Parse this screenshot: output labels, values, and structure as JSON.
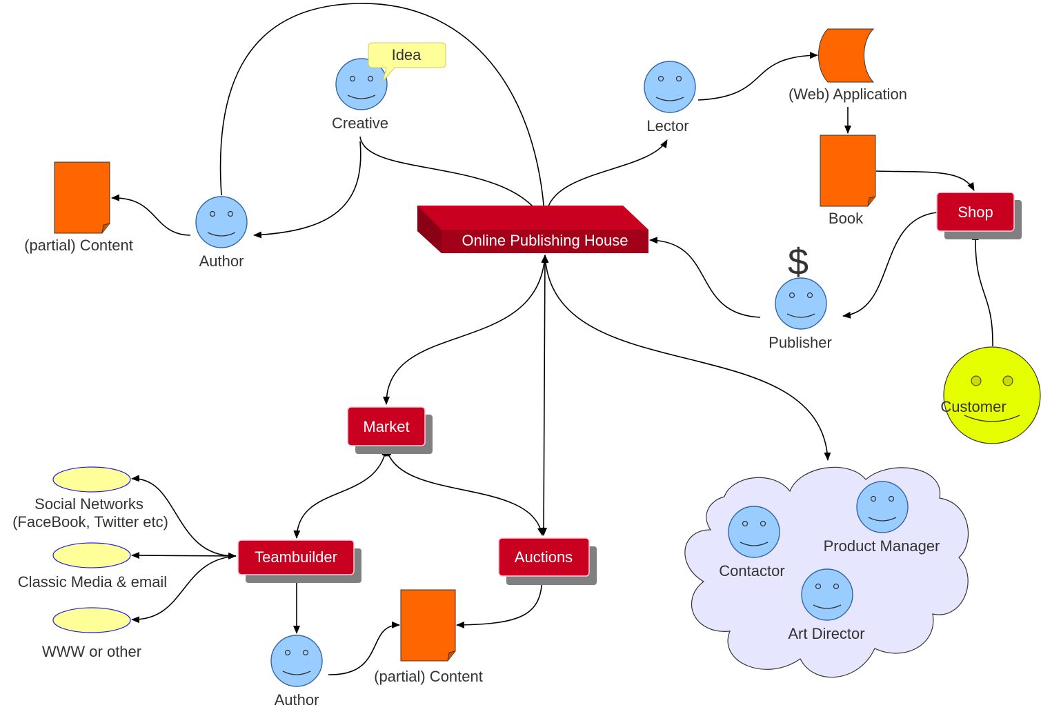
{
  "labels": {
    "creative": "Creative",
    "idea": "Idea",
    "author_top": "Author",
    "content_top": "(partial) Content",
    "lector": "Lector",
    "web_app": "(Web) Application",
    "book": "Book",
    "shop": "Shop",
    "currency": "$",
    "publisher": "Publisher",
    "customer": "Customer",
    "publishing_house": "Online Publishing House",
    "market": "Market",
    "teambuilder": "Teambuilder",
    "auctions": "Auctions",
    "social_networks_1": "Social Networks",
    "social_networks_2": "(FaceBook, Twitter etc)",
    "classic_media": "Classic Media & email",
    "www": "WWW or other",
    "author_bottom": "Author",
    "content_bottom": "(partial) Content",
    "contactor": "Contactor",
    "product_manager": "Product Manager",
    "art_director": "Art Director"
  },
  "colors": {
    "person": "#99ccff",
    "document": "#ff6600",
    "node_box": "#c9001f",
    "publishing_house": "#a30019",
    "callout": "#ffff99",
    "customer": "#e6ff00",
    "cloud": "#e6e6ff",
    "ellipse": "#ffff99"
  },
  "icons": {
    "person": "smiley-face-icon",
    "document": "document-icon",
    "application": "stored-data-icon",
    "money": "dollar-icon"
  }
}
